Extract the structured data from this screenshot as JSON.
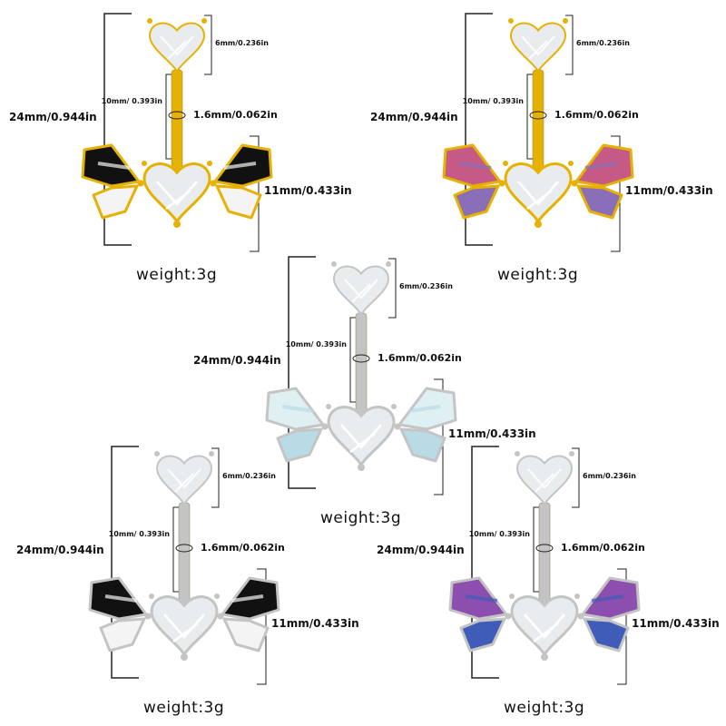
{
  "products": [
    {
      "variant": "gold-black-butterfly",
      "metal_color": "#e6b100",
      "wing_colors": [
        "#111111",
        "#f4f4f4"
      ],
      "total_length": "24mm/0.944in",
      "top_stone": "6mm/0.236in",
      "bar_length": "10mm/ 0.393in",
      "gauge": "1.6mm/0.062in",
      "charm_height": "11mm/0.433in",
      "weight": "weight:3g"
    },
    {
      "variant": "gold-pink-butterfly",
      "metal_color": "#e6b100",
      "wing_colors": [
        "#c65a86",
        "#8a6fb8"
      ],
      "total_length": "24mm/0.944in",
      "top_stone": "6mm/0.236in",
      "bar_length": "10mm/ 0.393in",
      "gauge": "1.6mm/0.062in",
      "charm_height": "11mm/0.433in",
      "weight": "weight:3g"
    },
    {
      "variant": "silver-opal-butterfly",
      "metal_color": "#c4c4c4",
      "wing_colors": [
        "#dff0f2",
        "#b9dbe6"
      ],
      "total_length": "24mm/0.944in",
      "top_stone": "6mm/0.236in",
      "bar_length": "10mm/ 0.393in",
      "gauge": "1.6mm/0.062in",
      "charm_height": "11mm/0.433in",
      "weight": "weight:3g"
    },
    {
      "variant": "silver-black-butterfly",
      "metal_color": "#c4c4c4",
      "wing_colors": [
        "#111111",
        "#f4f4f4"
      ],
      "total_length": "24mm/0.944in",
      "top_stone": "6mm/0.236in",
      "bar_length": "10mm/ 0.393in",
      "gauge": "1.6mm/0.062in",
      "charm_height": "11mm/0.433in",
      "weight": "weight:3g"
    },
    {
      "variant": "silver-purple-butterfly",
      "metal_color": "#c4c4c4",
      "wing_colors": [
        "#8c4fb0",
        "#3f5cb8"
      ],
      "total_length": "24mm/0.944in",
      "top_stone": "6mm/0.236in",
      "bar_length": "10mm/ 0.393in",
      "gauge": "1.6mm/0.062in",
      "charm_height": "11mm/0.433in",
      "weight": "weight:3g"
    }
  ]
}
